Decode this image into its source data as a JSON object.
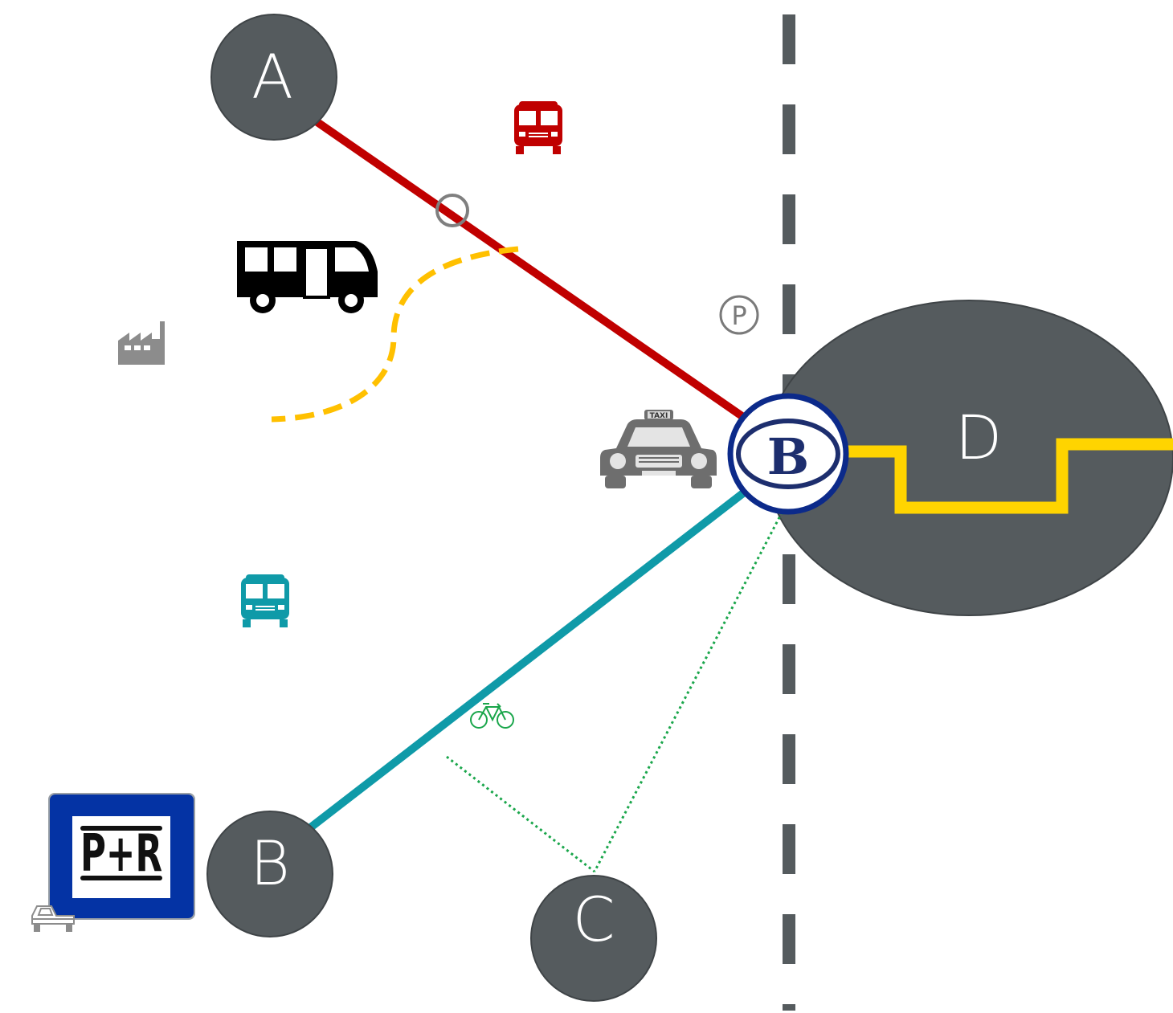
{
  "nodes": {
    "a": {
      "label": "A"
    },
    "b": {
      "label": "B"
    },
    "c": {
      "label": "C"
    },
    "d": {
      "label": "D"
    }
  },
  "station": {
    "logo_letter": "B"
  },
  "park_and_ride": {
    "label": "P+R"
  },
  "taxi": {
    "sign": "TAXI"
  },
  "parking": {
    "symbol": "P"
  },
  "icons": [
    "red-bus-icon",
    "minibus-icon",
    "factory-icon",
    "taxi-icon",
    "teal-bus-icon",
    "bicycle-icon",
    "park-and-ride-sign-icon",
    "car-icon",
    "parking-icon",
    "station-logo-icon"
  ],
  "colors": {
    "node_fill": "#555b5e",
    "red_line": "#c00000",
    "teal_line": "#0f9aa8",
    "yellow_line": "#ffd400",
    "orange_dashed": "#ffc000",
    "green_dotted": "#1aa64b",
    "boundary_dashes": "#555b5e",
    "station_ring": "#0c2a8a",
    "pr_sign_blue": "#0433a4"
  }
}
